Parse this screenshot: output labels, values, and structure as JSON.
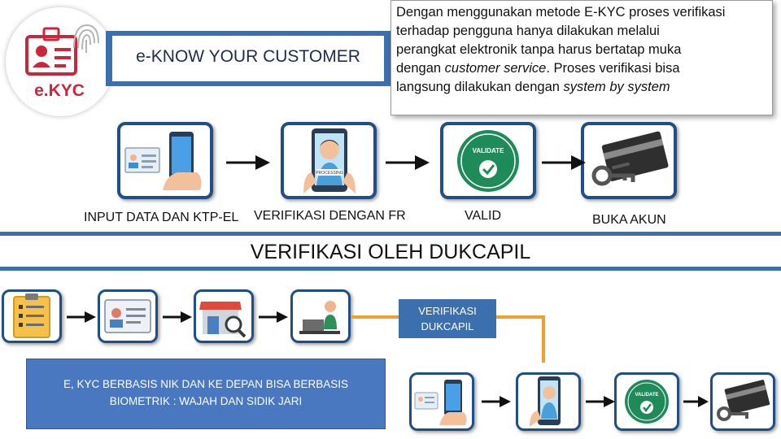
{
  "logo": {
    "text": "e.KYC",
    "accent_color": "#c8283a"
  },
  "header": {
    "title": "e-KNOW YOUR CUSTOMER",
    "band_color": "#3b6fad"
  },
  "description": {
    "line1": "Dengan menggunakan metode E-KYC proses verifikasi",
    "line2": "terhadap pengguna hanya dilakukan melalui",
    "line3": "perangkat elektronik tanpa harus bertatap muka",
    "line4a": "dengan ",
    "line4b": "customer service",
    "line4c": ". Proses verifikasi bisa",
    "line5a": "langsung dilakukan dengan ",
    "line5b": "system by system"
  },
  "flow": {
    "step1_label": "INPUT DATA DAN KTP-EL",
    "step2_label": "VERIFIKASI DENGAN FR",
    "step3_label": "VALID",
    "step4_label": "BUKA AKUN",
    "validate_text": "VALIDATE",
    "processing_text": "PROCESSING"
  },
  "banner": {
    "text": "VERIFIKASI OLEH DUKCAPIL"
  },
  "dukcapil": {
    "line1": "VERIFIKASI",
    "line2": "DUKCAPIL",
    "connector_color": "#f0a030"
  },
  "note": {
    "line1": "E, KYC BERBASIS NIK DAN KE DEPAN BISA BERBASIS",
    "line2": "BIOMETRIK : WAJAH DAN SIDIK JARI"
  },
  "colors": {
    "card_border": "#1f4f86",
    "validate_green": "#1f8a5a"
  }
}
